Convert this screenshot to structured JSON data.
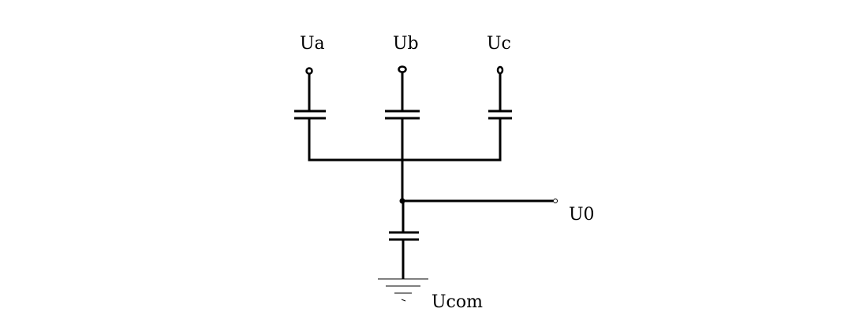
{
  "labels": {
    "ua": "Ua",
    "ub": "Ub",
    "uc": "Uc",
    "u0": "U0",
    "ucom": "Ucom"
  },
  "colors": {
    "line": "#000000",
    "background": "#ffffff"
  }
}
